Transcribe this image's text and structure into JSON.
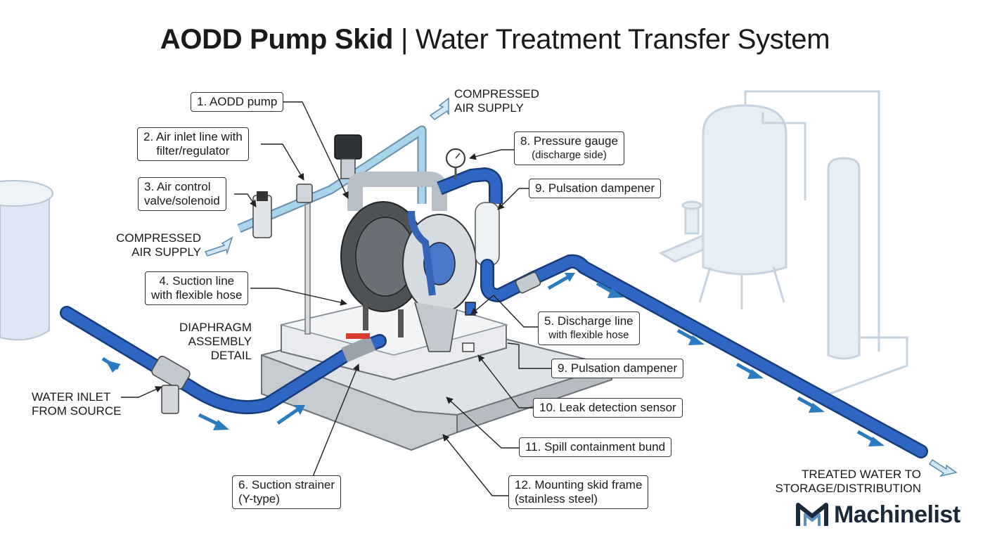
{
  "title": {
    "bold": "AODD Pump Skid",
    "rest": " | Water Treatment Transfer System"
  },
  "labels": {
    "l1": "1. AODD pump",
    "l2a": "2. Air inlet line with",
    "l2b": "filter/regulator",
    "l3a": "3. Air control",
    "l3b": "valve/solenoid",
    "l4a": "4. Suction line",
    "l4b": "with flexible hose",
    "l5a": "5. Discharge line",
    "l5b": "with flexible hose",
    "l6a": "6. Suction strainer",
    "l6b": "(Y-type)",
    "l8a": "8. Pressure gauge",
    "l8b": "(discharge side)",
    "l9top": "9. Pulsation dampener",
    "l9bottom": "9. Pulsation dampener",
    "l10": "10. Leak detection sensor",
    "l11": "11. Spill containment bund",
    "l12a": "12. Mounting skid frame",
    "l12b": "(stainless steel)"
  },
  "plain": {
    "air_top_a": "COMPRESSED",
    "air_top_b": "AIR SUPPLY",
    "air_left_a": "COMPRESSED",
    "air_left_b": "AIR SUPPLY",
    "diaphragm_a": "DIAPHRAGM",
    "diaphragm_b": "ASSEMBLY",
    "diaphragm_c": "DETAIL",
    "inlet_a": "WATER INLET",
    "inlet_b": "FROM SOURCE",
    "outlet_a": "TREATED WATER TO",
    "outlet_b": "STORAGE/DISTRIBUTION"
  },
  "brand": {
    "name": "Machinelist",
    "logo_icon": "m-logo-icon"
  },
  "colors": {
    "pipe": "#2f66c4",
    "arrow": "#2a7bc0",
    "air_line": "#a9d4ee",
    "frame": "#c8ccd0",
    "ghost": "#dbe5ee"
  }
}
